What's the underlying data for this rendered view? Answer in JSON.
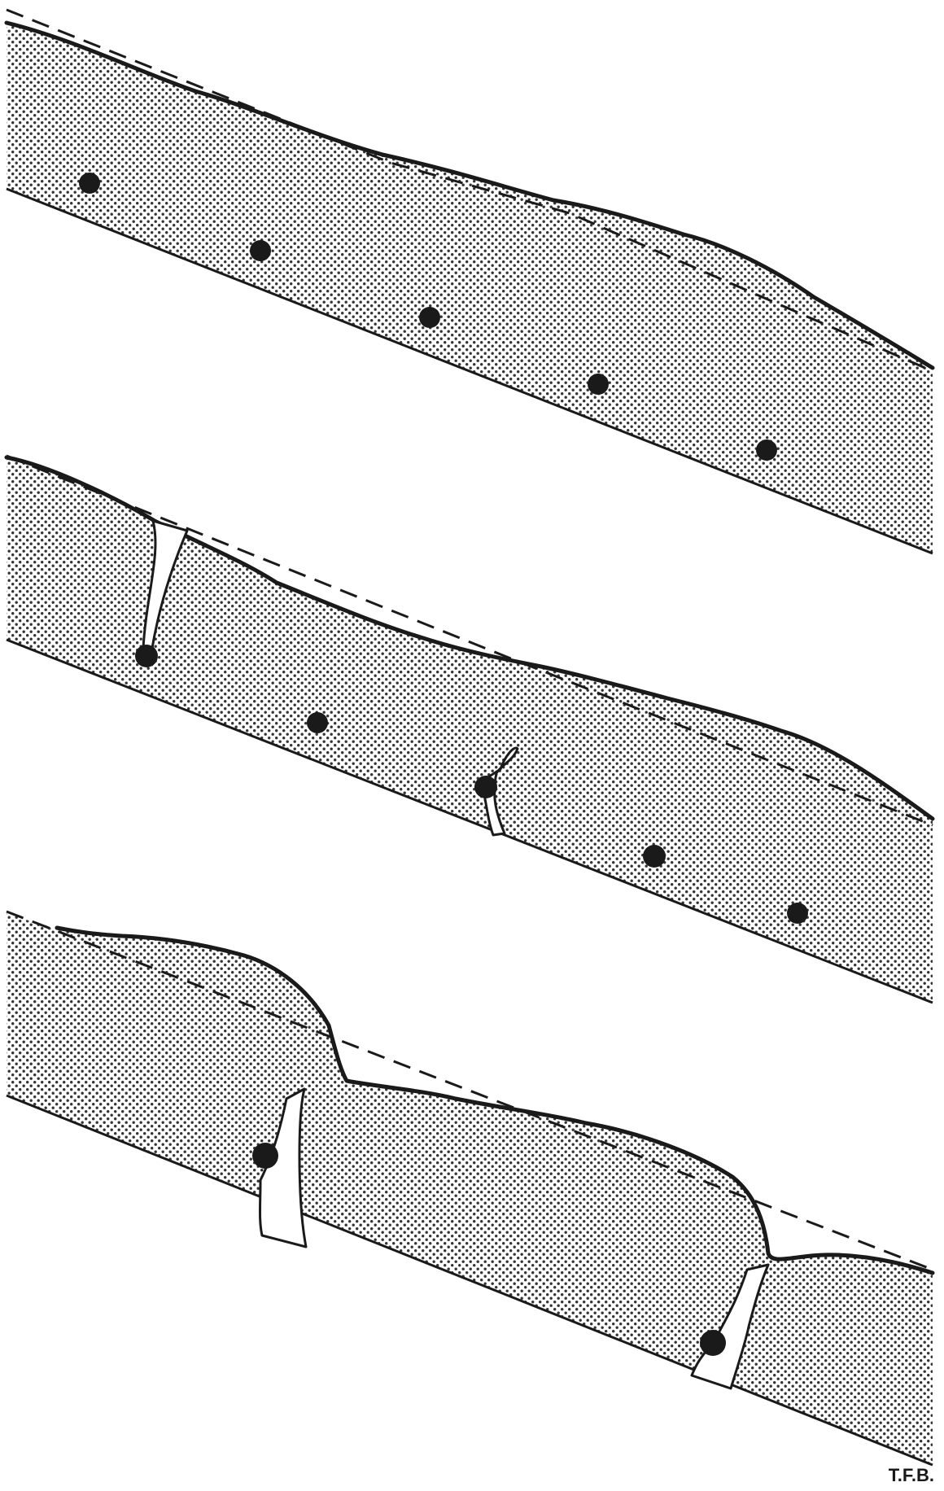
{
  "figure": {
    "credit": "T.F.B.",
    "panels": [
      {
        "stage": 1,
        "fissures": 0,
        "drains": 5
      },
      {
        "stage": 2,
        "fissures": 2,
        "drains": 5
      },
      {
        "stage": 3,
        "fissures": 2,
        "drains": 2
      }
    ]
  },
  "colors": {
    "ink": "#1a1a1a",
    "paper": "#ffffff"
  }
}
